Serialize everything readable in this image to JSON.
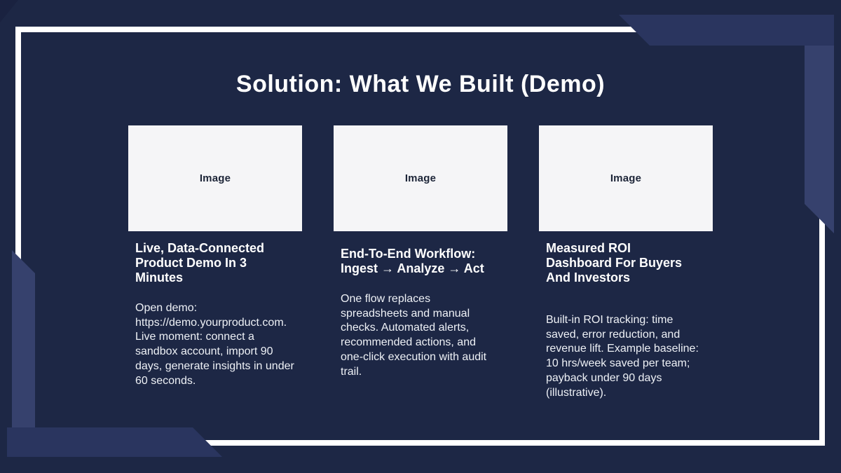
{
  "slide": {
    "title": "Solution: What We Built (Demo)",
    "image_placeholder_label": "Image",
    "columns": [
      {
        "heading": "Live, Data-Connected Product Demo In 3 Minutes",
        "body": "Open demo: https://demo.yourproduct.com. Live moment: connect a sandbox account, import 90 days, generate insights in under 60 seconds."
      },
      {
        "heading": "End-To-End Workflow: Ingest → Analyze → Act",
        "body": "One flow replaces spreadsheets and manual checks. Automated alerts, recommended actions, and one-click execution with audit trail."
      },
      {
        "heading": "Measured ROI Dashboard For Buyers And Investors",
        "body": "Built-in ROI tracking: time saved, error reduction, and revenue lift. Example baseline: 10 hrs/week saved per team; payback under 90 days (illustrative)."
      }
    ],
    "colors": {
      "background": "#1d2745",
      "frame": "#ffffff",
      "accent_band": "#2a355f",
      "accent_light": "#36416d",
      "corner_dark": "#1a2240",
      "heading_text": "#ffffff",
      "body_text": "#eef1f6",
      "placeholder_bg": "#f5f5f7",
      "placeholder_text": "#1d2538"
    }
  }
}
